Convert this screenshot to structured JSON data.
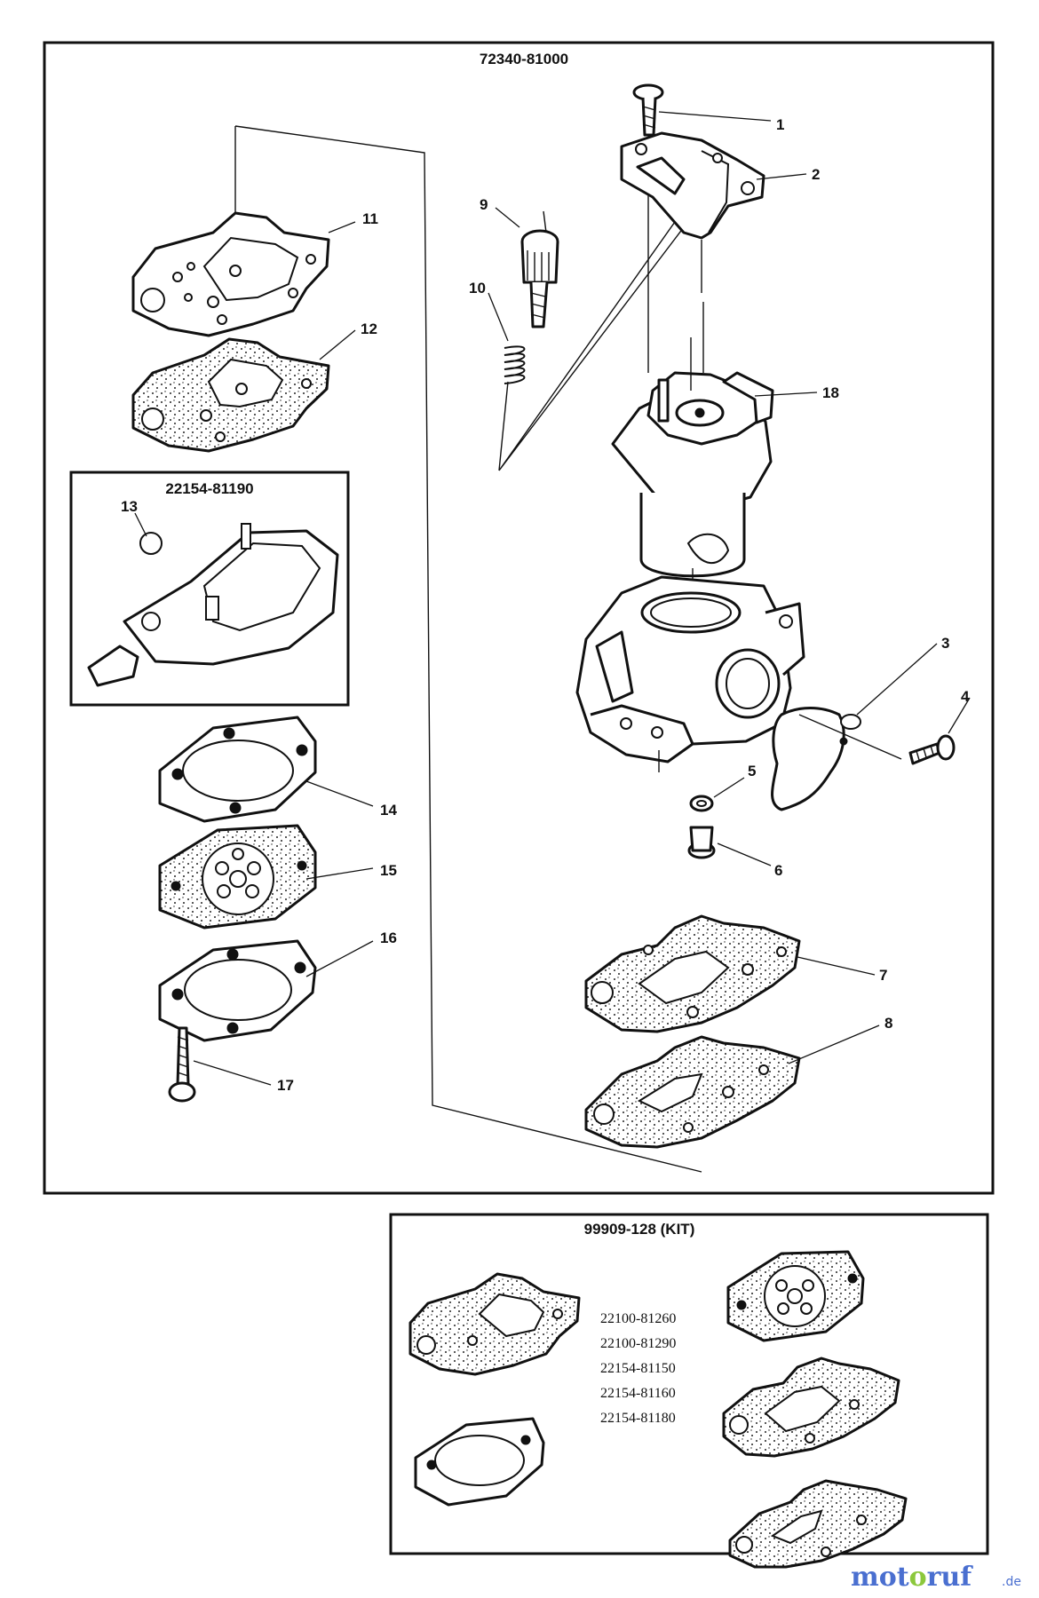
{
  "main_assembly": {
    "part_number": "72340-81000"
  },
  "sub_assembly": {
    "part_number": "22154-81190"
  },
  "kit": {
    "title": "99909-128 (KIT)",
    "part_numbers": [
      "22100-81260",
      "22100-81290",
      "22154-81150",
      "22154-81160",
      "22154-81180"
    ]
  },
  "callouts": [
    "1",
    "2",
    "3",
    "4",
    "5",
    "6",
    "7",
    "8",
    "9",
    "10",
    "11",
    "12",
    "13",
    "14",
    "15",
    "16",
    "17",
    "18"
  ],
  "watermark": {
    "text": "motoruf",
    "suffix": ".de"
  }
}
